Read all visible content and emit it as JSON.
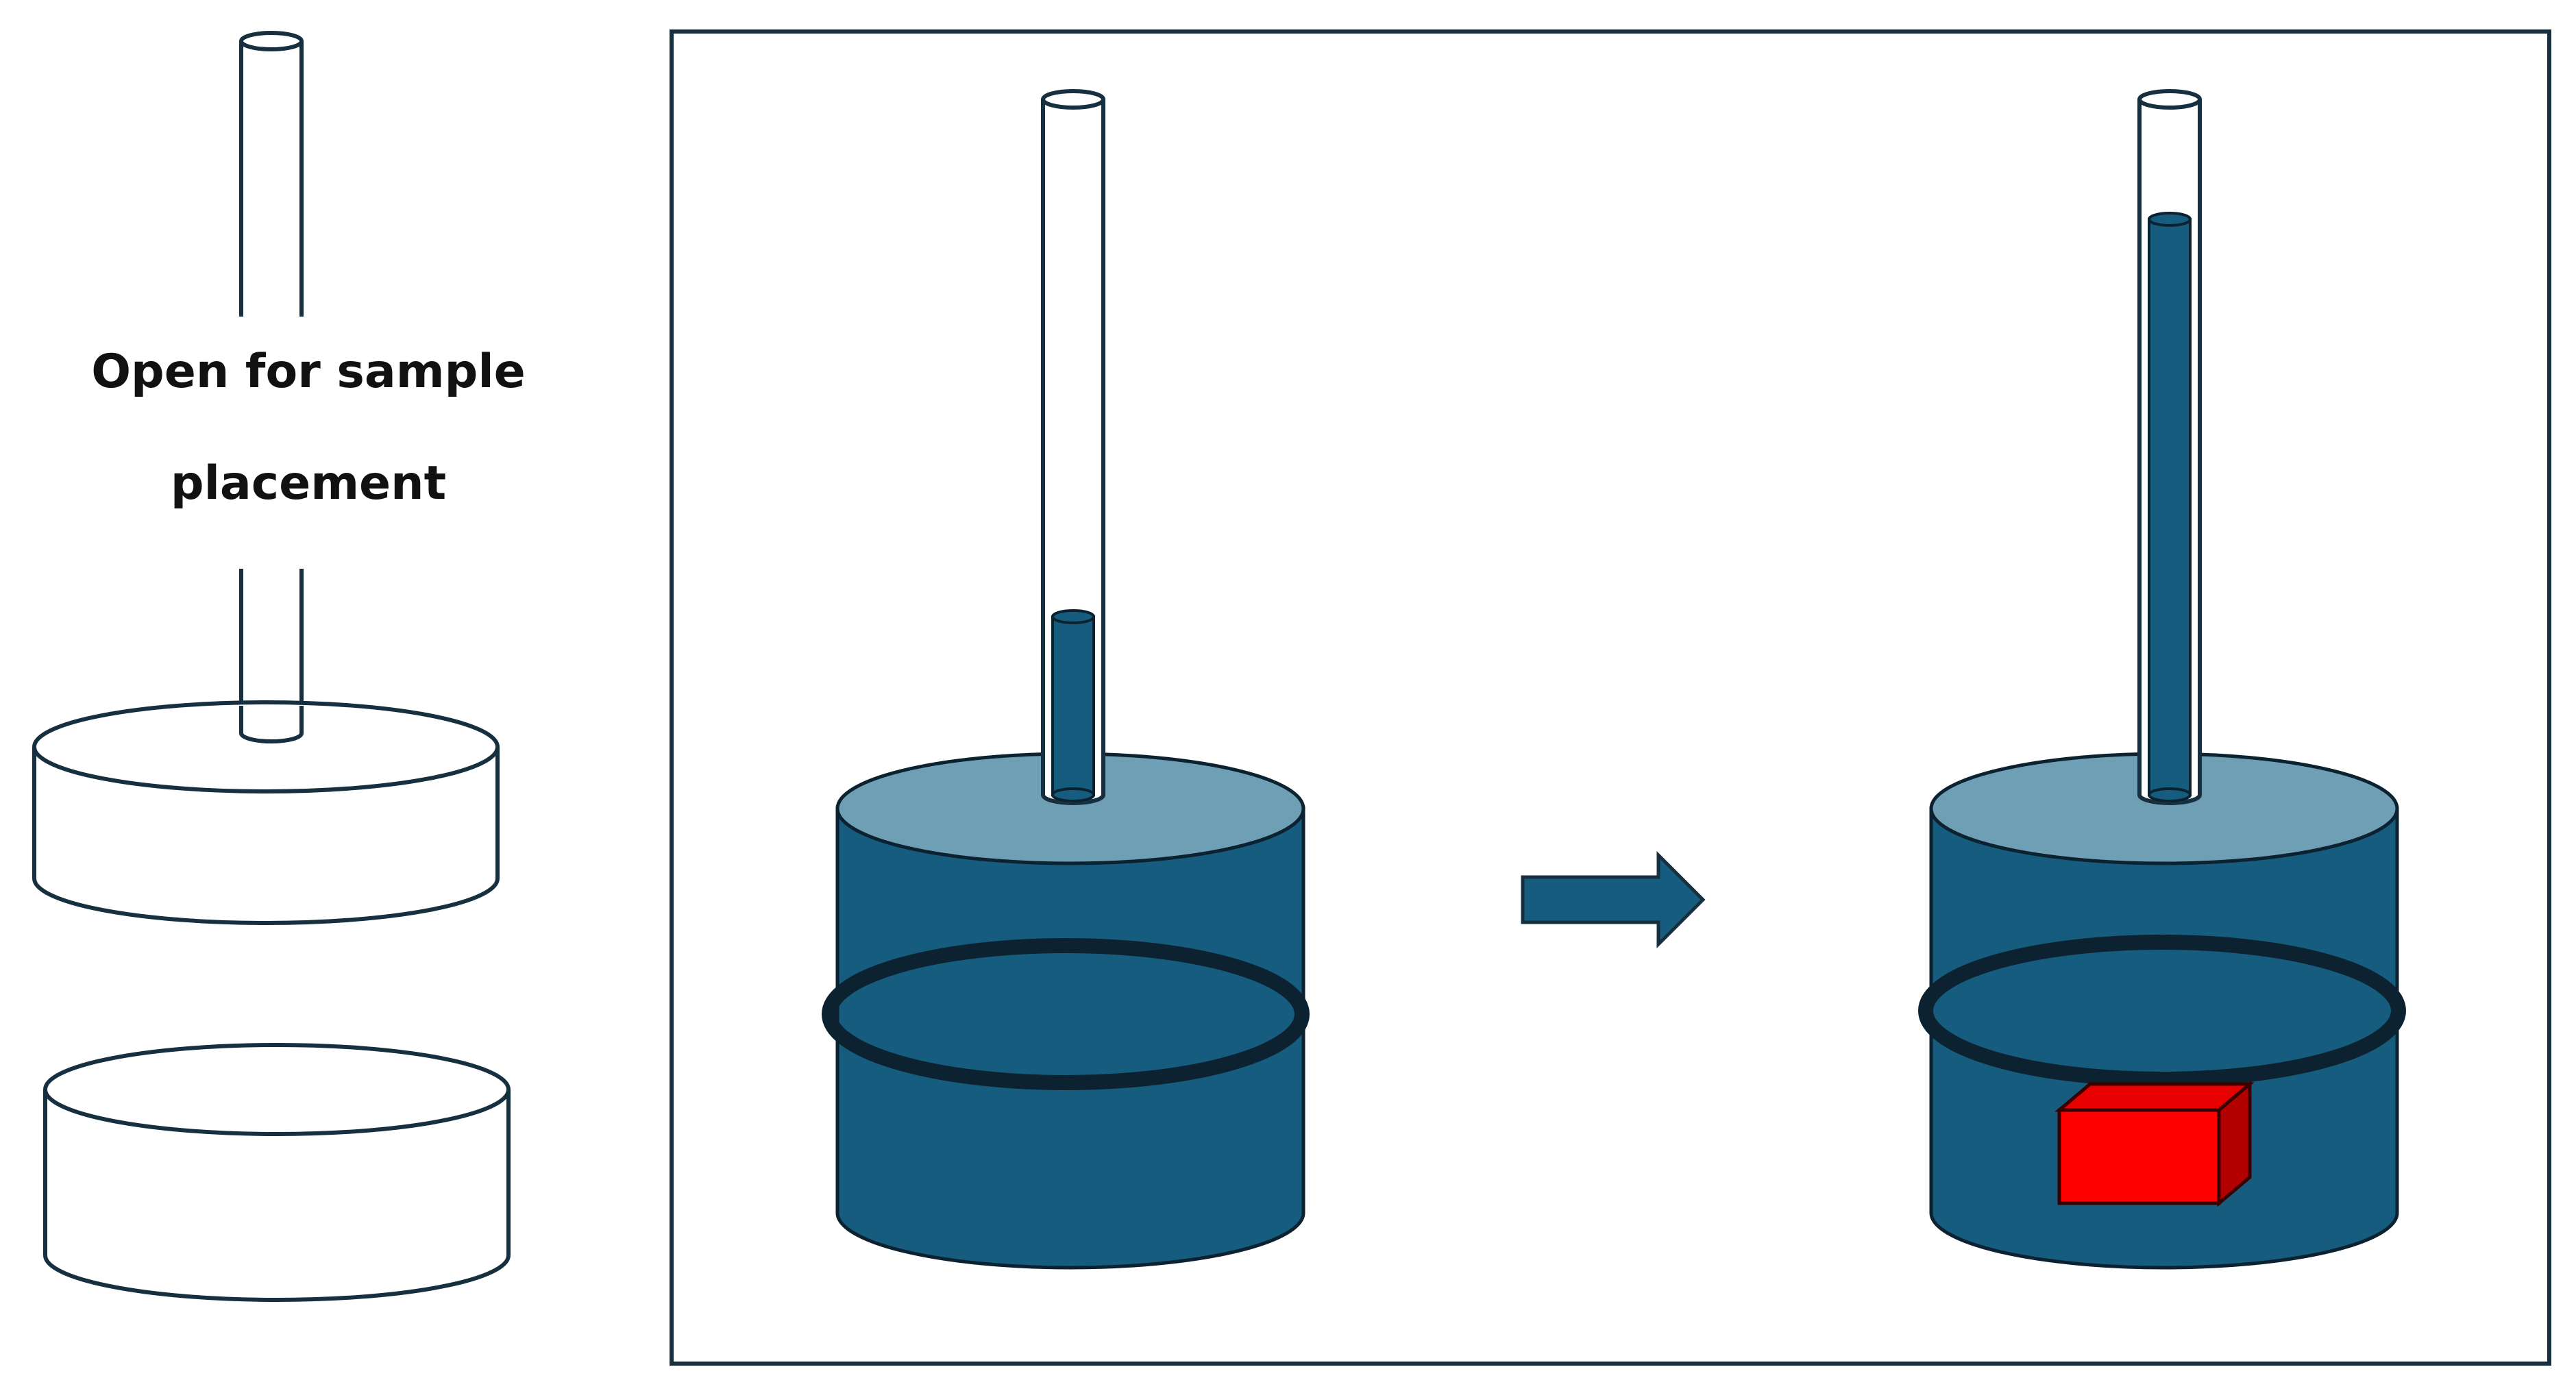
{
  "labels": {
    "open_line_1": "Open for sample",
    "open_line_2": "placement"
  },
  "colors": {
    "outline": "#16303f",
    "water": "#165c7e",
    "water_top": "#6f9fb4",
    "ring": "#0d2230",
    "sample_front": "#ff0000",
    "sample_side": "#b30000",
    "sample_top": "#e60000",
    "background": "#ffffff"
  },
  "stages": {
    "before": {
      "column_fill_fraction": 0.26
    },
    "after": {
      "column_fill_fraction": 0.84
    }
  }
}
